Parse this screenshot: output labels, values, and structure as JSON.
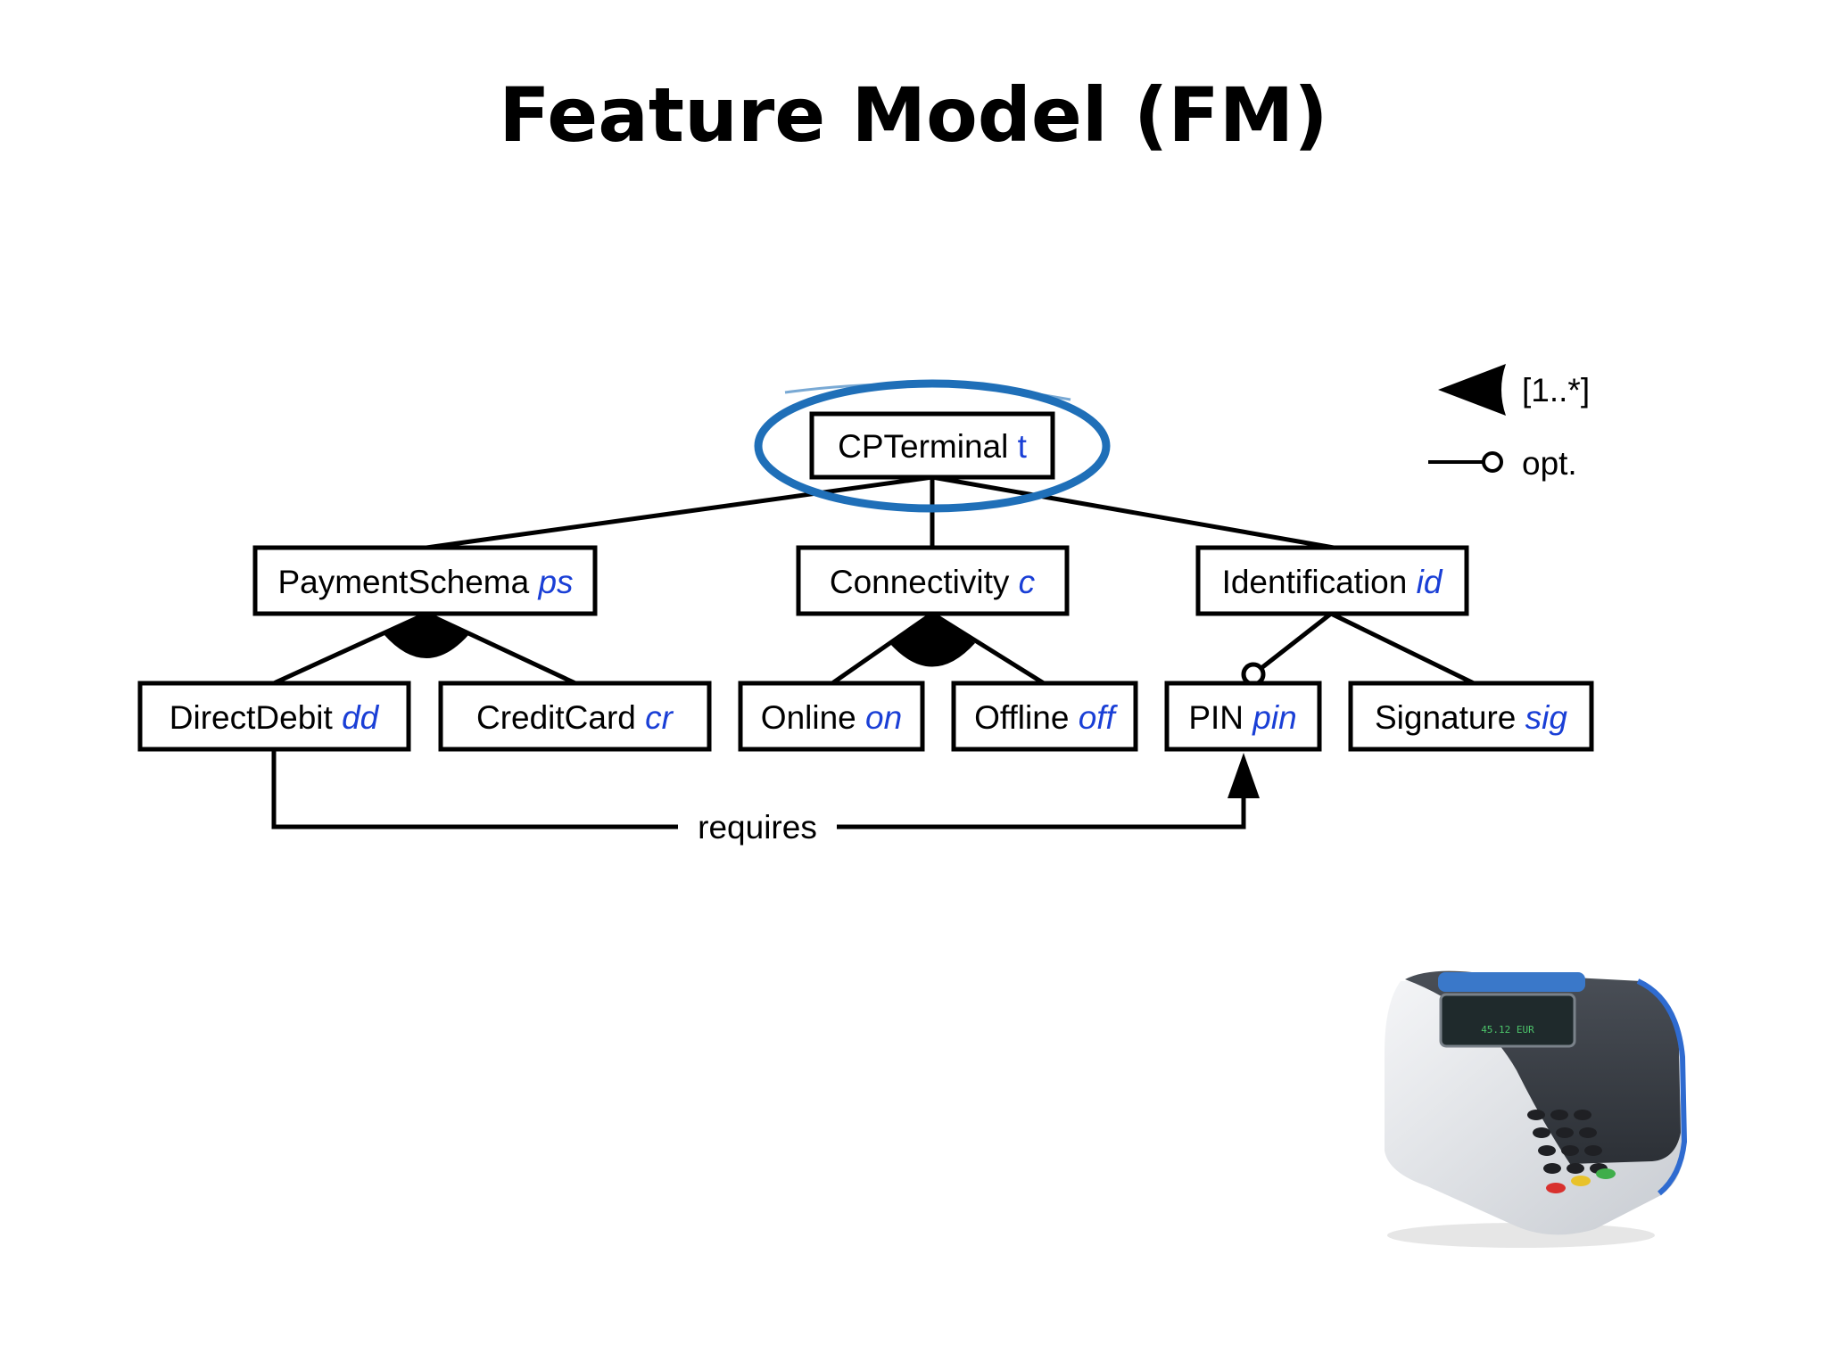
{
  "title": "Feature Model (FM)",
  "features": {
    "root": {
      "name": "CPTerminal",
      "abbr": "t"
    },
    "payment": {
      "name": "PaymentSchema",
      "abbr": "ps"
    },
    "connectivity": {
      "name": "Connectivity",
      "abbr": "c"
    },
    "identification": {
      "name": "Identification",
      "abbr": "id"
    },
    "directdebit": {
      "name": "DirectDebit",
      "abbr": "dd"
    },
    "creditcard": {
      "name": "CreditCard",
      "abbr": "cr"
    },
    "online": {
      "name": "Online",
      "abbr": "on"
    },
    "offline": {
      "name": "Offline",
      "abbr": "off"
    },
    "pin": {
      "name": "PIN",
      "abbr": "pin"
    },
    "signature": {
      "name": "Signature",
      "abbr": "sig"
    }
  },
  "constraint": {
    "label": "requires"
  },
  "legend": {
    "or_group": "[1..*]",
    "optional": "opt."
  },
  "colors": {
    "abbr": "#1a3fd6",
    "highlight": "#1f6fb8"
  },
  "image": {
    "icon": "card-payment-terminal-icon",
    "screen_amount": "45.12 EUR"
  }
}
